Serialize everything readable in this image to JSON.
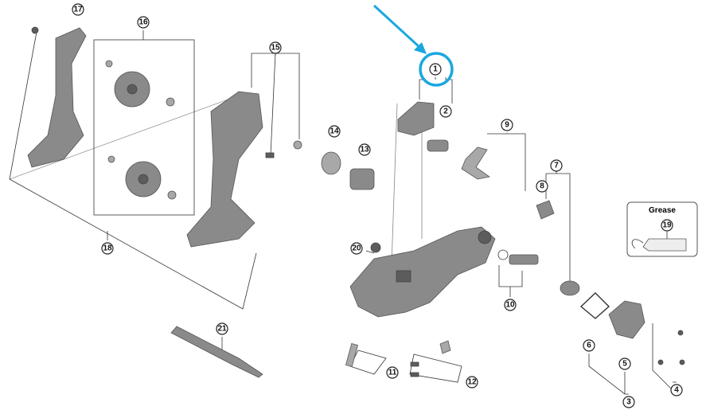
{
  "diagram": {
    "callouts": [
      "1",
      "2",
      "3",
      "4",
      "5",
      "6",
      "7",
      "8",
      "9",
      "10",
      "11",
      "12",
      "13",
      "14",
      "15",
      "16",
      "17",
      "18",
      "19",
      "20",
      "21"
    ],
    "grease_label": "Grease",
    "highlight_color": "#1aa7e0",
    "highlighted_part": "1"
  }
}
